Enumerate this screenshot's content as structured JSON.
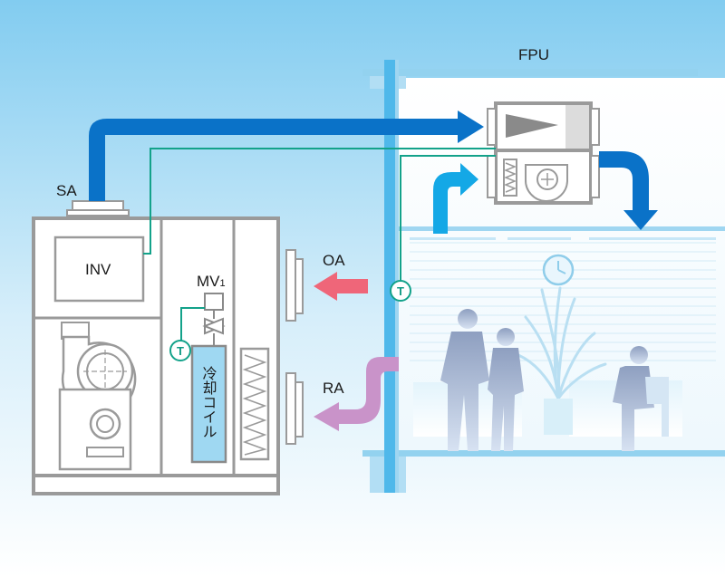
{
  "labels": {
    "fpu": "FPU",
    "sa": "SA",
    "inv": "INV",
    "mv_main": "MV",
    "mv_sub": "1",
    "oa": "OA",
    "ra": "RA",
    "coil": "冷却コイル",
    "sensor_t": "T"
  },
  "colors": {
    "supply_air": "#0a72c8",
    "supply_air_light": "#14a8e6",
    "outside_air": "#ef6679",
    "return_air": "#c993c9",
    "control_line": "#13a28a",
    "building_frame": "#93d2ef",
    "unit_outline": "#9a9a9a",
    "coil_fill": "#9fd8f2"
  },
  "icons": [
    "clock-icon",
    "plant-icon",
    "fan-icon",
    "damper-icon",
    "filter-icon",
    "temperature-sensor-icon",
    "valve-icon"
  ]
}
